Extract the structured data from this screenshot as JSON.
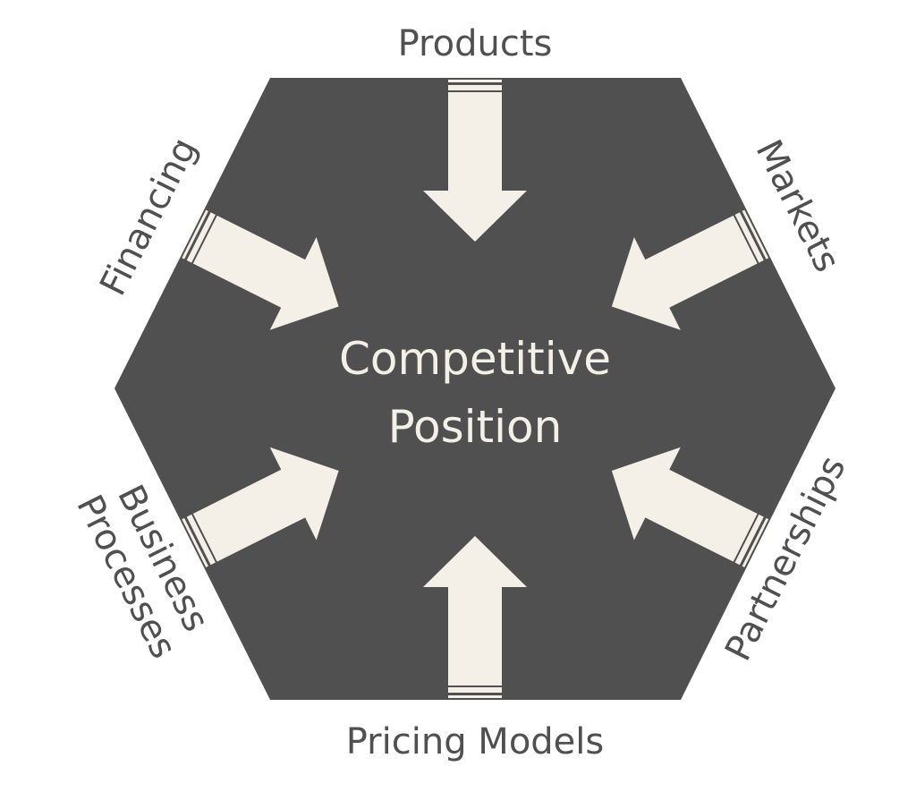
{
  "diagram": {
    "title_lines": [
      "Competitive",
      "Position"
    ],
    "colors": {
      "hexagon": "#505050",
      "arrow": "#f4f0e8",
      "label": "#505050",
      "background": "#ffffff"
    },
    "forces": [
      {
        "id": "products",
        "lines": [
          "Products"
        ],
        "position": "top"
      },
      {
        "id": "markets",
        "lines": [
          "Markets"
        ],
        "position": "upper-right"
      },
      {
        "id": "partnerships",
        "lines": [
          "Partnerships"
        ],
        "position": "lower-right"
      },
      {
        "id": "pricing-models",
        "lines": [
          "Pricing Models"
        ],
        "position": "bottom"
      },
      {
        "id": "business-processes",
        "lines": [
          "Business",
          "Processes"
        ],
        "position": "lower-left"
      },
      {
        "id": "financing",
        "lines": [
          "Financing"
        ],
        "position": "upper-left"
      }
    ],
    "arrow_direction": "inward"
  }
}
